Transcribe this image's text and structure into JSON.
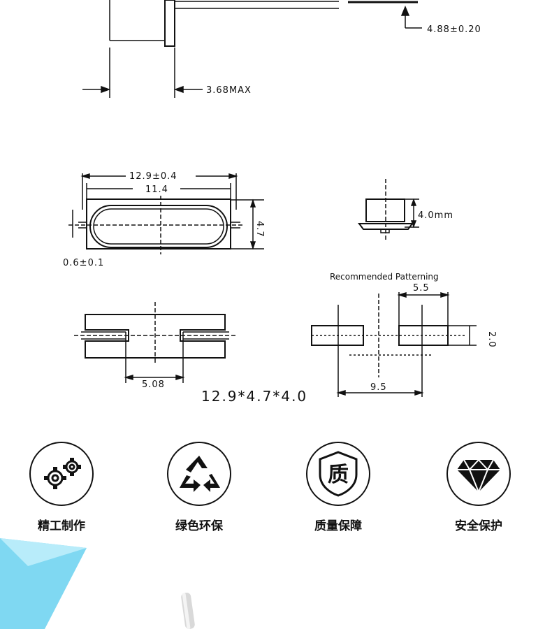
{
  "top_view": {
    "dim_height": "4.88±0.20",
    "dim_width": "3.68MAX"
  },
  "package_top": {
    "dim_overall": "12.9±0.4",
    "dim_body": "11.4",
    "dim_height": "4.7",
    "dim_lead": "0.6±0.1"
  },
  "package_side": {
    "dim_height": "4.0mm"
  },
  "package_bottom": {
    "dim_pitch": "5.08"
  },
  "pattern": {
    "title": "Recommended Patterning",
    "dim_pad_width": "5.5",
    "dim_pad_height": "2.0",
    "dim_span": "9.5"
  },
  "caption": "12.9*4.7*4.0",
  "features": [
    {
      "label": "精工制作",
      "icon": "gears-icon"
    },
    {
      "label": "绿色环保",
      "icon": "recycle-icon"
    },
    {
      "label": "质量保障",
      "icon": "quality-shield-icon"
    },
    {
      "label": "安全保护",
      "icon": "diamond-icon"
    }
  ],
  "shield_glyph": "质",
  "colors": {
    "accent_cyan": "#7fd8f2",
    "line": "#111111"
  }
}
